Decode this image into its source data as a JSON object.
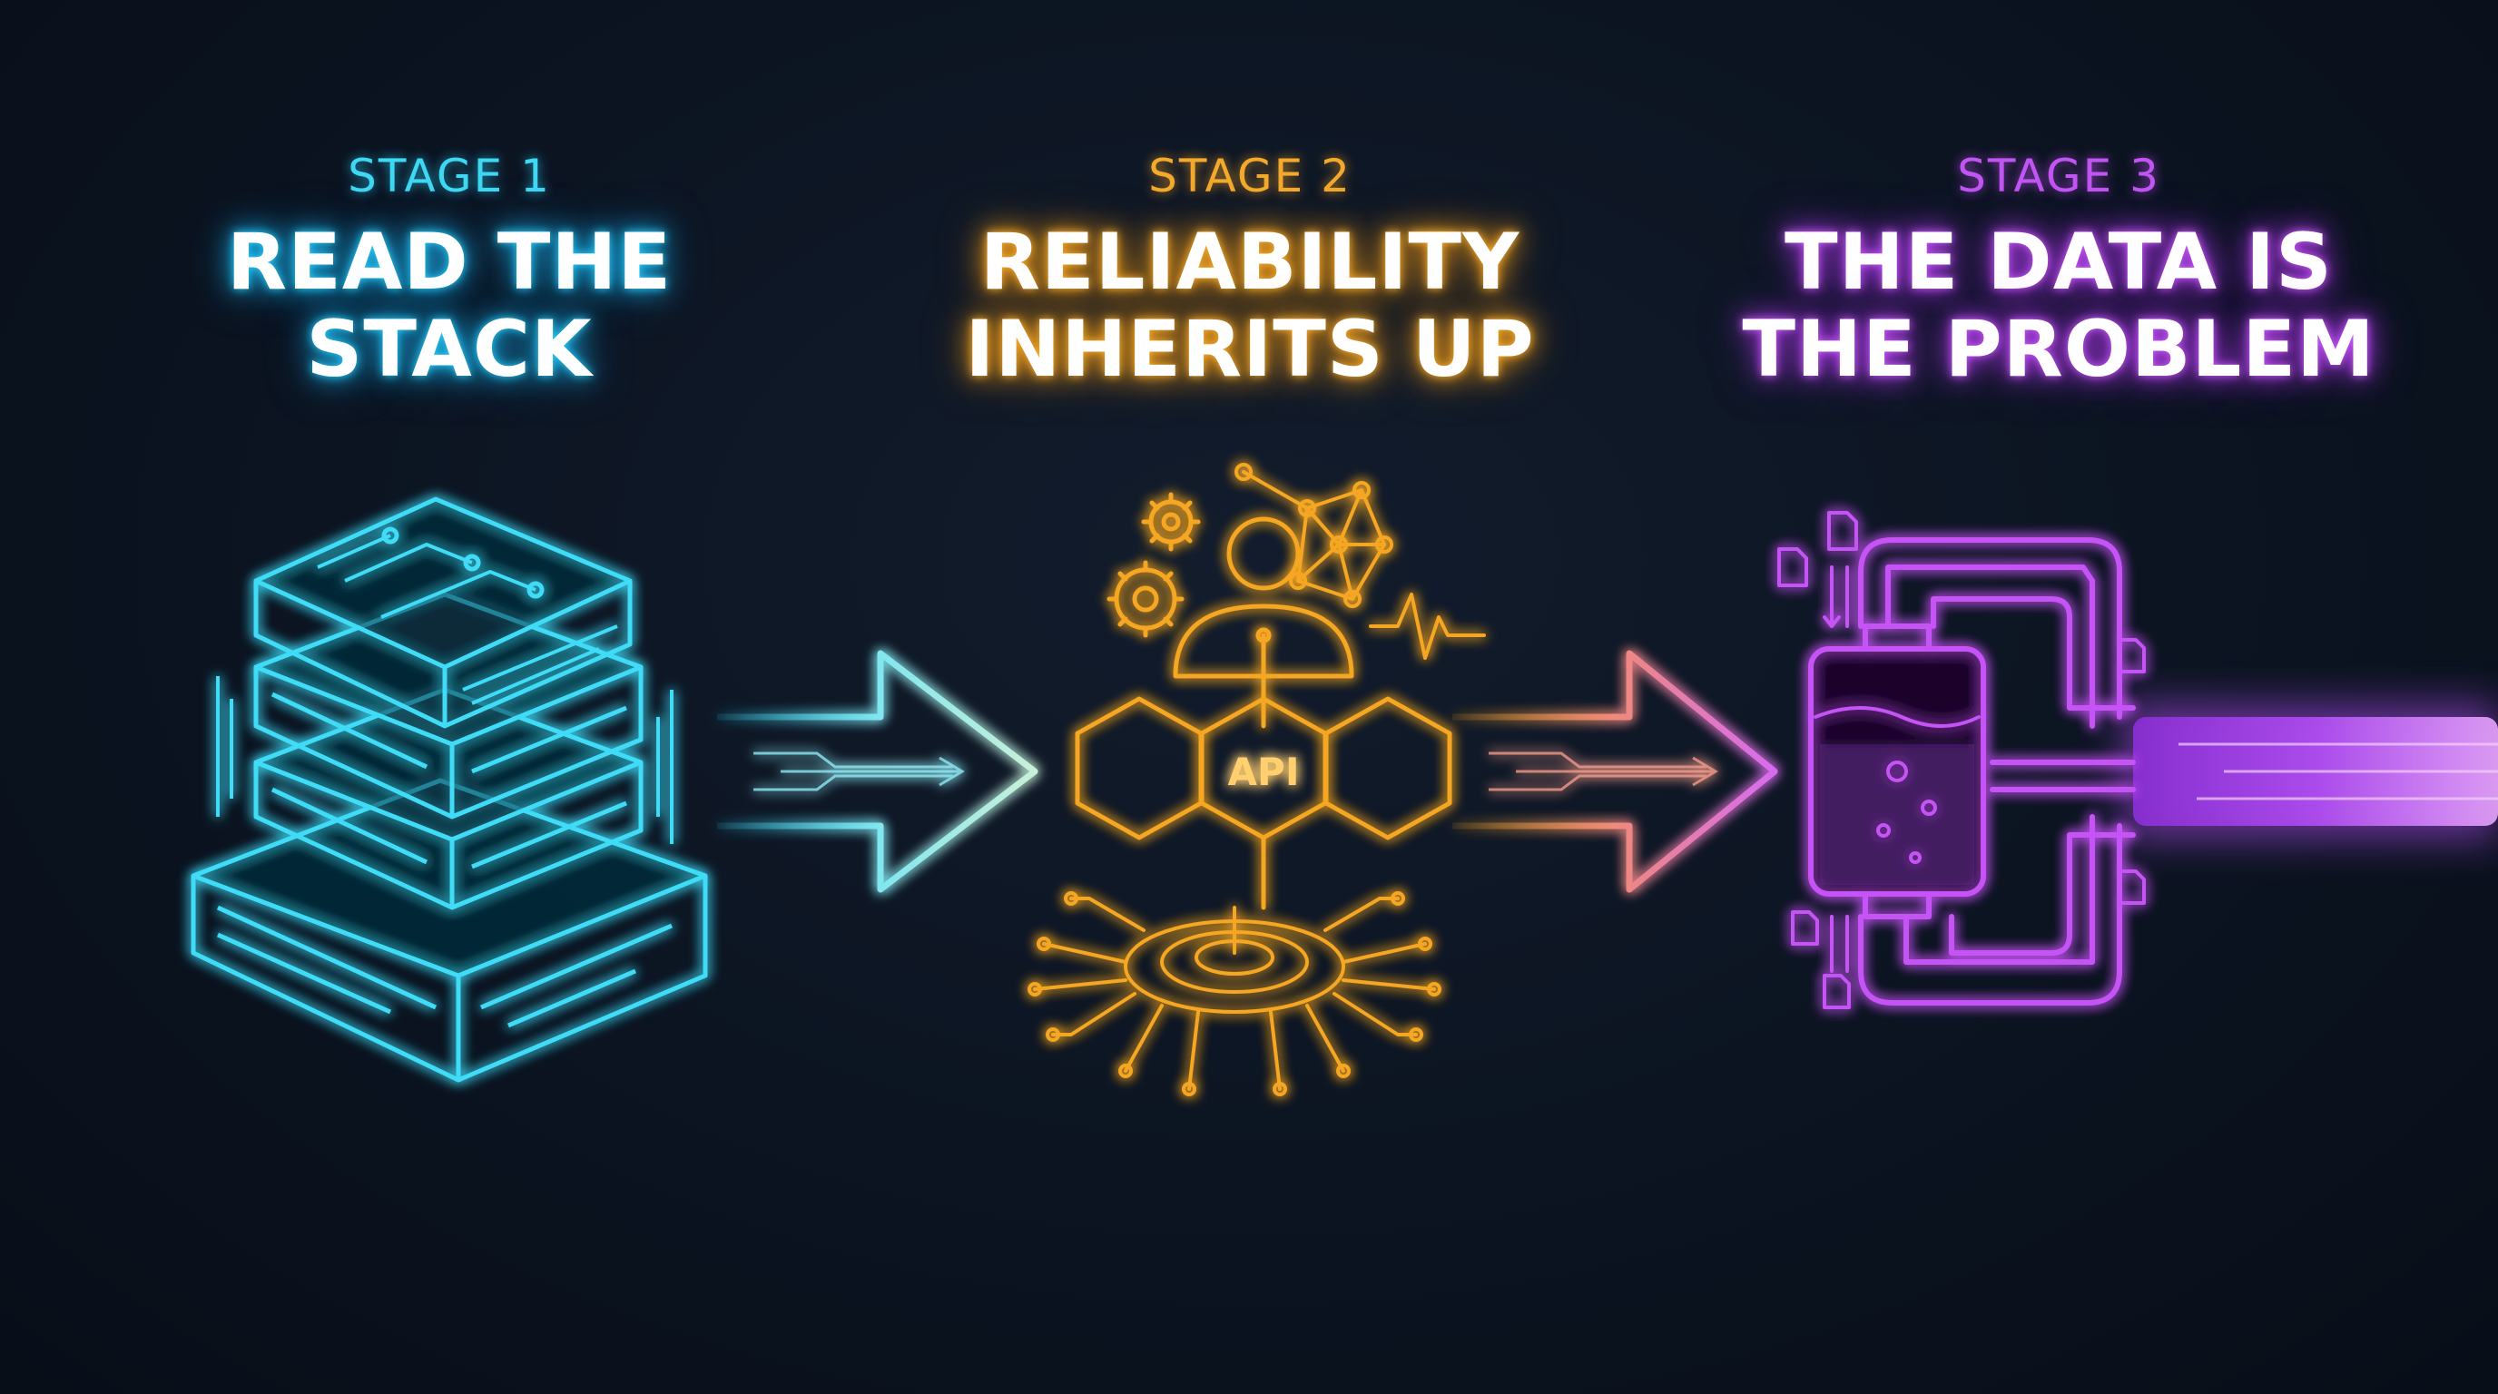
{
  "stages": [
    {
      "tag": "STAGE 1",
      "title_line1": "READ THE",
      "title_line2": "STACK",
      "color": "#36d6f5"
    },
    {
      "tag": "STAGE 2",
      "title_line1": "RELIABILITY",
      "title_line2": "INHERITS UP",
      "color": "#f5a623"
    },
    {
      "tag": "STAGE 3",
      "title_line1": "THE DATA IS",
      "title_line2": "THE PROBLEM",
      "color": "#c04cf0"
    }
  ],
  "icons": {
    "stage1": "server-stack-icon",
    "stage2": "api-network-icon",
    "stage3": "data-pipeline-icon",
    "arrow1": "arrow-right-icon",
    "arrow2": "arrow-right-icon"
  },
  "api_badge": "API"
}
